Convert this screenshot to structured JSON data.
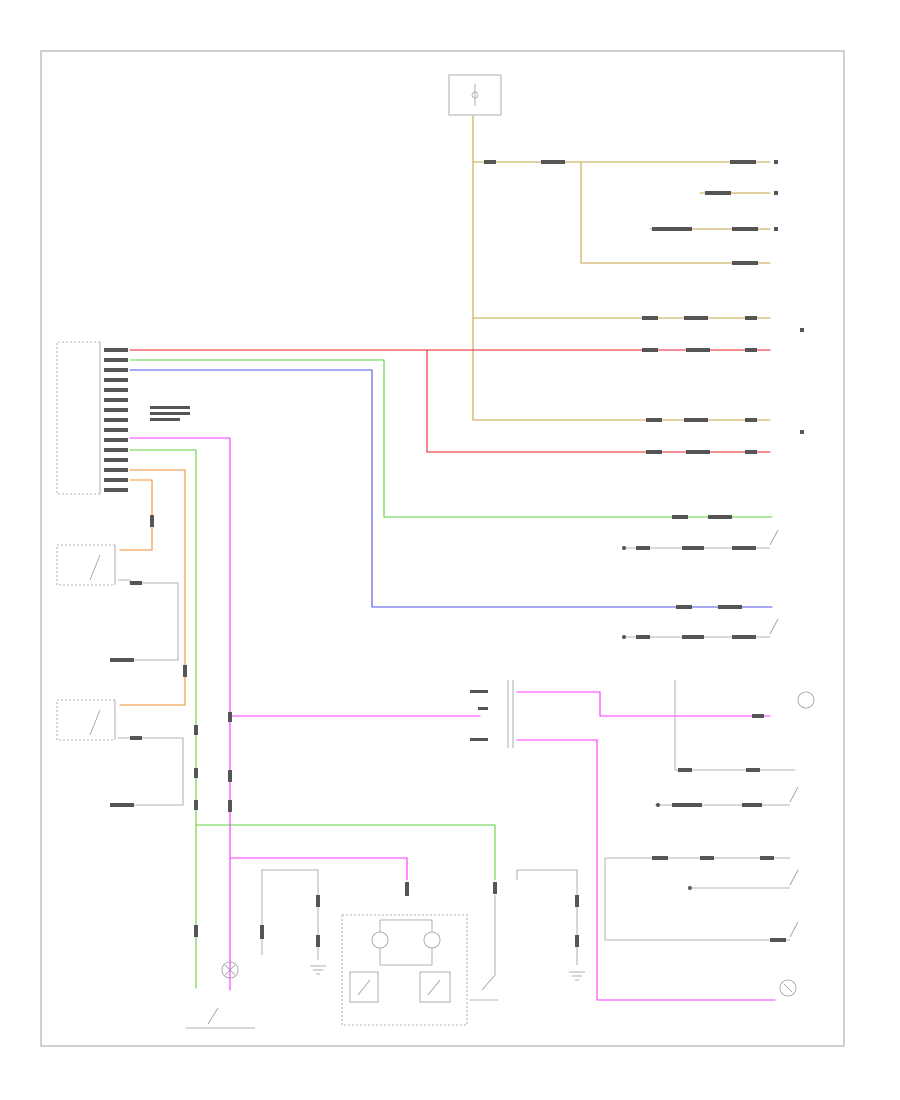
{
  "diagram": {
    "footer_code": "",
    "wire_colors": {
      "power": "#c8a448",
      "red": "#e8202a",
      "green": "#5fd23f",
      "blue": "#5050e8",
      "pink": "#ff30ff",
      "orange": "#f09030",
      "ground": "#8a8a8a"
    },
    "components": [
      {
        "id": "top-fuse-block",
        "label": ""
      },
      {
        "id": "body-control-module",
        "label": ""
      },
      {
        "id": "left-door-switch",
        "label": ""
      },
      {
        "id": "right-door-switch",
        "label": ""
      },
      {
        "id": "interior-lamp",
        "label": ""
      },
      {
        "id": "map-lamp-assembly",
        "label": ""
      },
      {
        "id": "trunk-lamp-switch",
        "label": ""
      },
      {
        "id": "cargo-lamp",
        "label": ""
      },
      {
        "id": "vanity-mirror-lamp-left",
        "label": ""
      },
      {
        "id": "vanity-mirror-lamp-right",
        "label": ""
      },
      {
        "id": "courtesy-lamp",
        "label": ""
      },
      {
        "id": "door-lamps",
        "label": ""
      }
    ]
  }
}
